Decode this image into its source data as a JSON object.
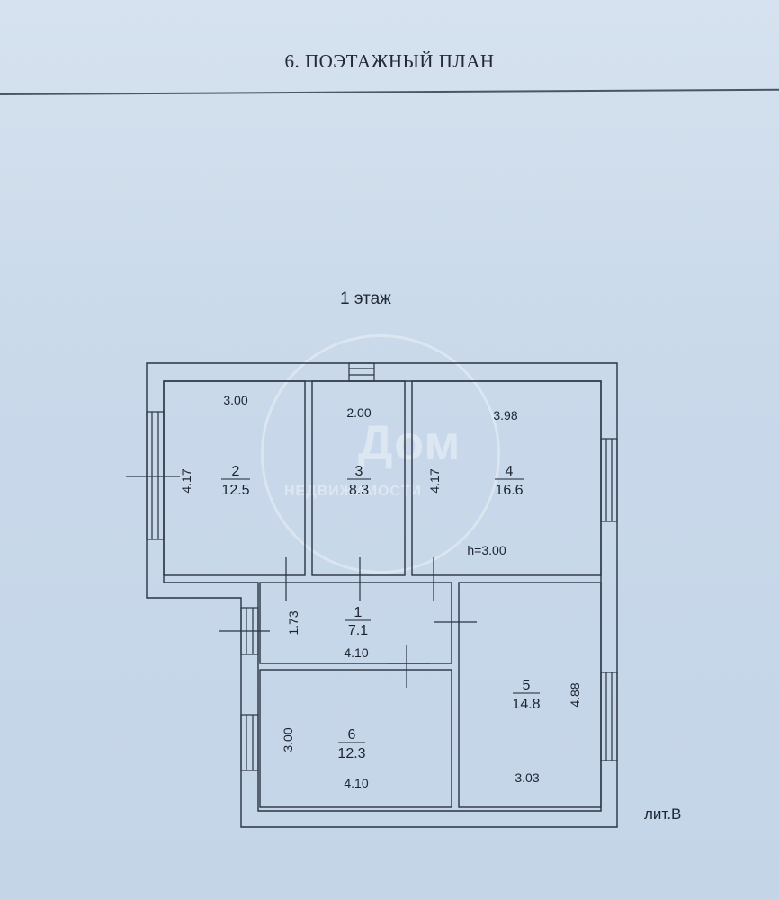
{
  "title": "6. ПОЭТАЖНЫЙ ПЛАН",
  "floor": "1 этаж",
  "building": "лит.В",
  "ceiling_height": "h=3.00",
  "watermark": {
    "main": "Дом",
    "sub": "НЕДВИЖИМОСТИ"
  },
  "rooms": [
    {
      "number": "1",
      "area": "7.1",
      "dims": [
        "1.73",
        "4.10"
      ]
    },
    {
      "number": "2",
      "area": "12.5",
      "dims": [
        "3.00",
        "4.17"
      ]
    },
    {
      "number": "3",
      "area": "8.3",
      "dims": [
        "2.00"
      ]
    },
    {
      "number": "4",
      "area": "16.6",
      "dims": [
        "3.98",
        "4.17"
      ]
    },
    {
      "number": "5",
      "area": "14.8",
      "dims": [
        "4.88",
        "3.03"
      ]
    },
    {
      "number": "6",
      "area": "12.3",
      "dims": [
        "3.00",
        "4.10"
      ]
    }
  ]
}
